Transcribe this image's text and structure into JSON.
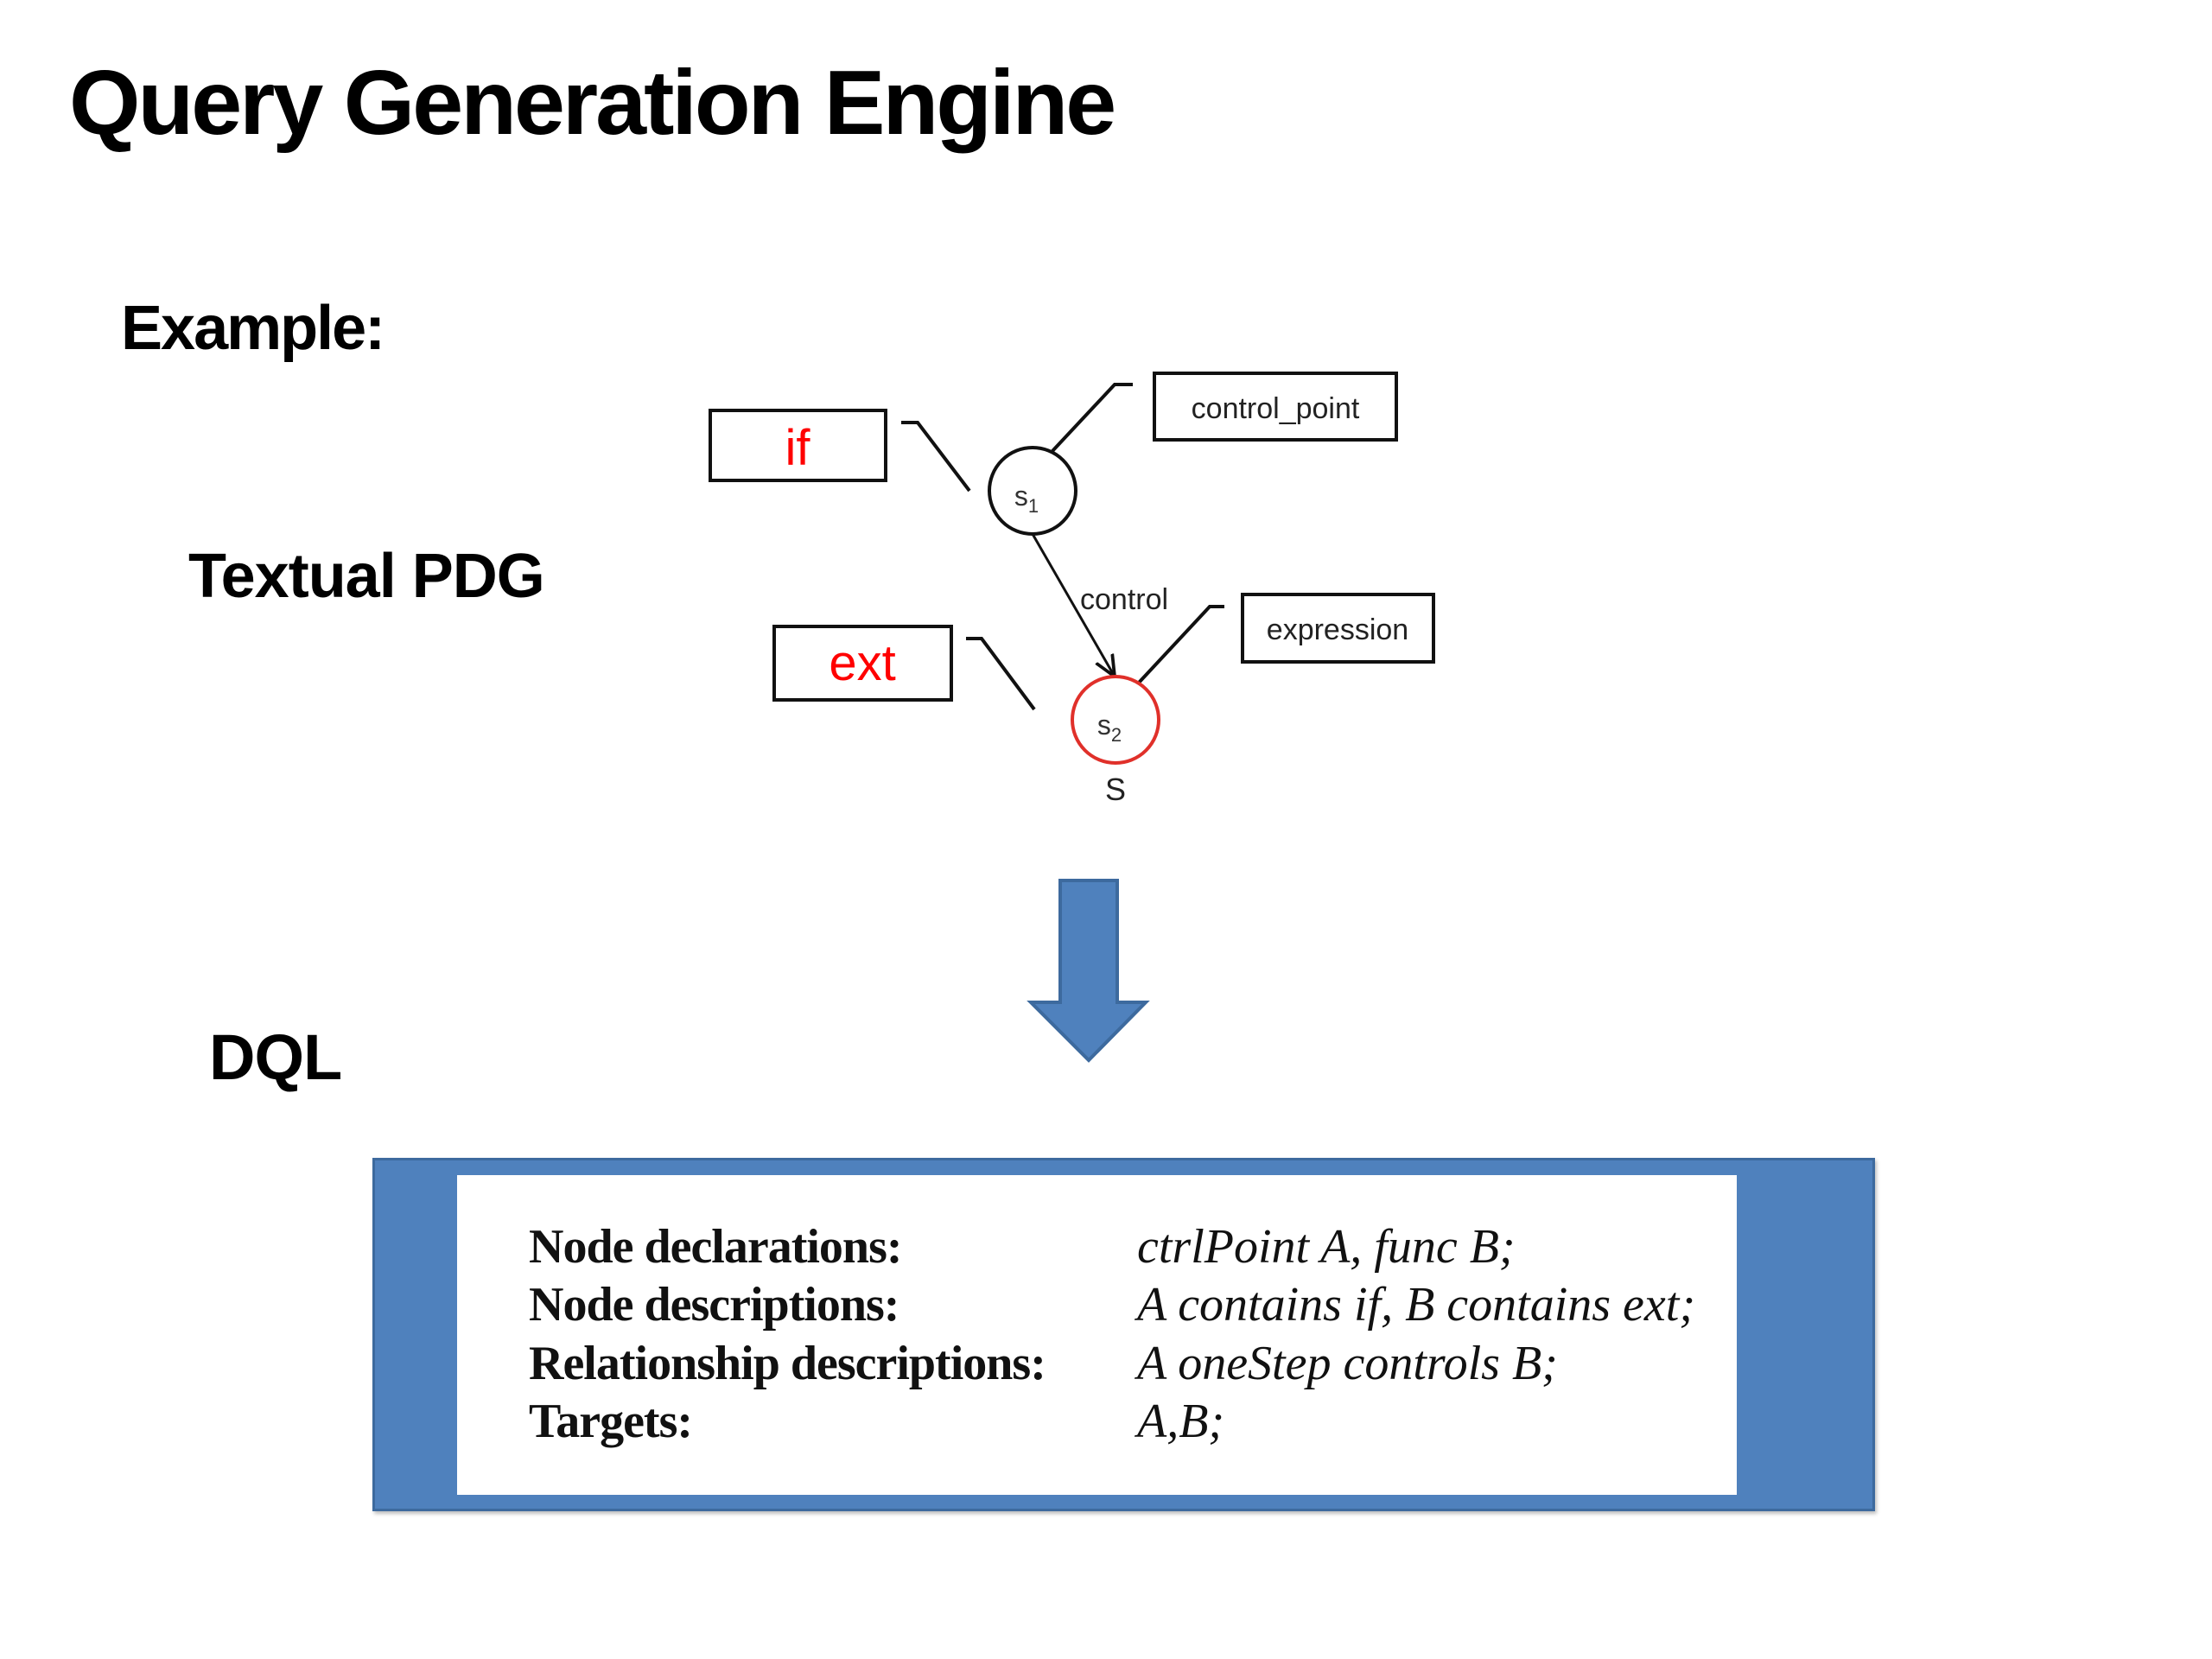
{
  "slide": {
    "title": "Query Generation Engine",
    "example_label": "Example:",
    "textual_pdg_label": "Textual PDG",
    "dql_label": "DQL"
  },
  "diagram": {
    "nodes": [
      {
        "id": "s1",
        "label": "s",
        "subscript": "1",
        "highlighted": false
      },
      {
        "id": "s2",
        "label": "s",
        "subscript": "2",
        "highlighted": true,
        "caption": "S"
      }
    ],
    "callouts": [
      {
        "node": "s1",
        "side": "left",
        "text": "if",
        "text_color": "#ff0000"
      },
      {
        "node": "s1",
        "side": "right",
        "text": "control_point",
        "text_color": "#222222"
      },
      {
        "node": "s2",
        "side": "left",
        "text": "ext",
        "text_color": "#ff0000"
      },
      {
        "node": "s2",
        "side": "right",
        "text": "expression",
        "text_color": "#222222"
      }
    ],
    "edges": [
      {
        "from": "s1",
        "to": "s2",
        "label": "control"
      }
    ],
    "colors": {
      "highlight": "#e0302a",
      "stroke": "#111111"
    }
  },
  "transform_arrow": {
    "direction": "down",
    "color": "#4f81bd"
  },
  "dql": {
    "panel_color": "#4f81bd",
    "rows": [
      {
        "label": "Node declarations:",
        "value": "ctrlPoint A, func B;"
      },
      {
        "label": "Node descriptions:",
        "value": "A contains if, B contains ext;"
      },
      {
        "label": "Relationship descriptions:",
        "value": "A oneStep controls B;"
      },
      {
        "label": "Targets:",
        "value": "A,B;"
      }
    ]
  }
}
